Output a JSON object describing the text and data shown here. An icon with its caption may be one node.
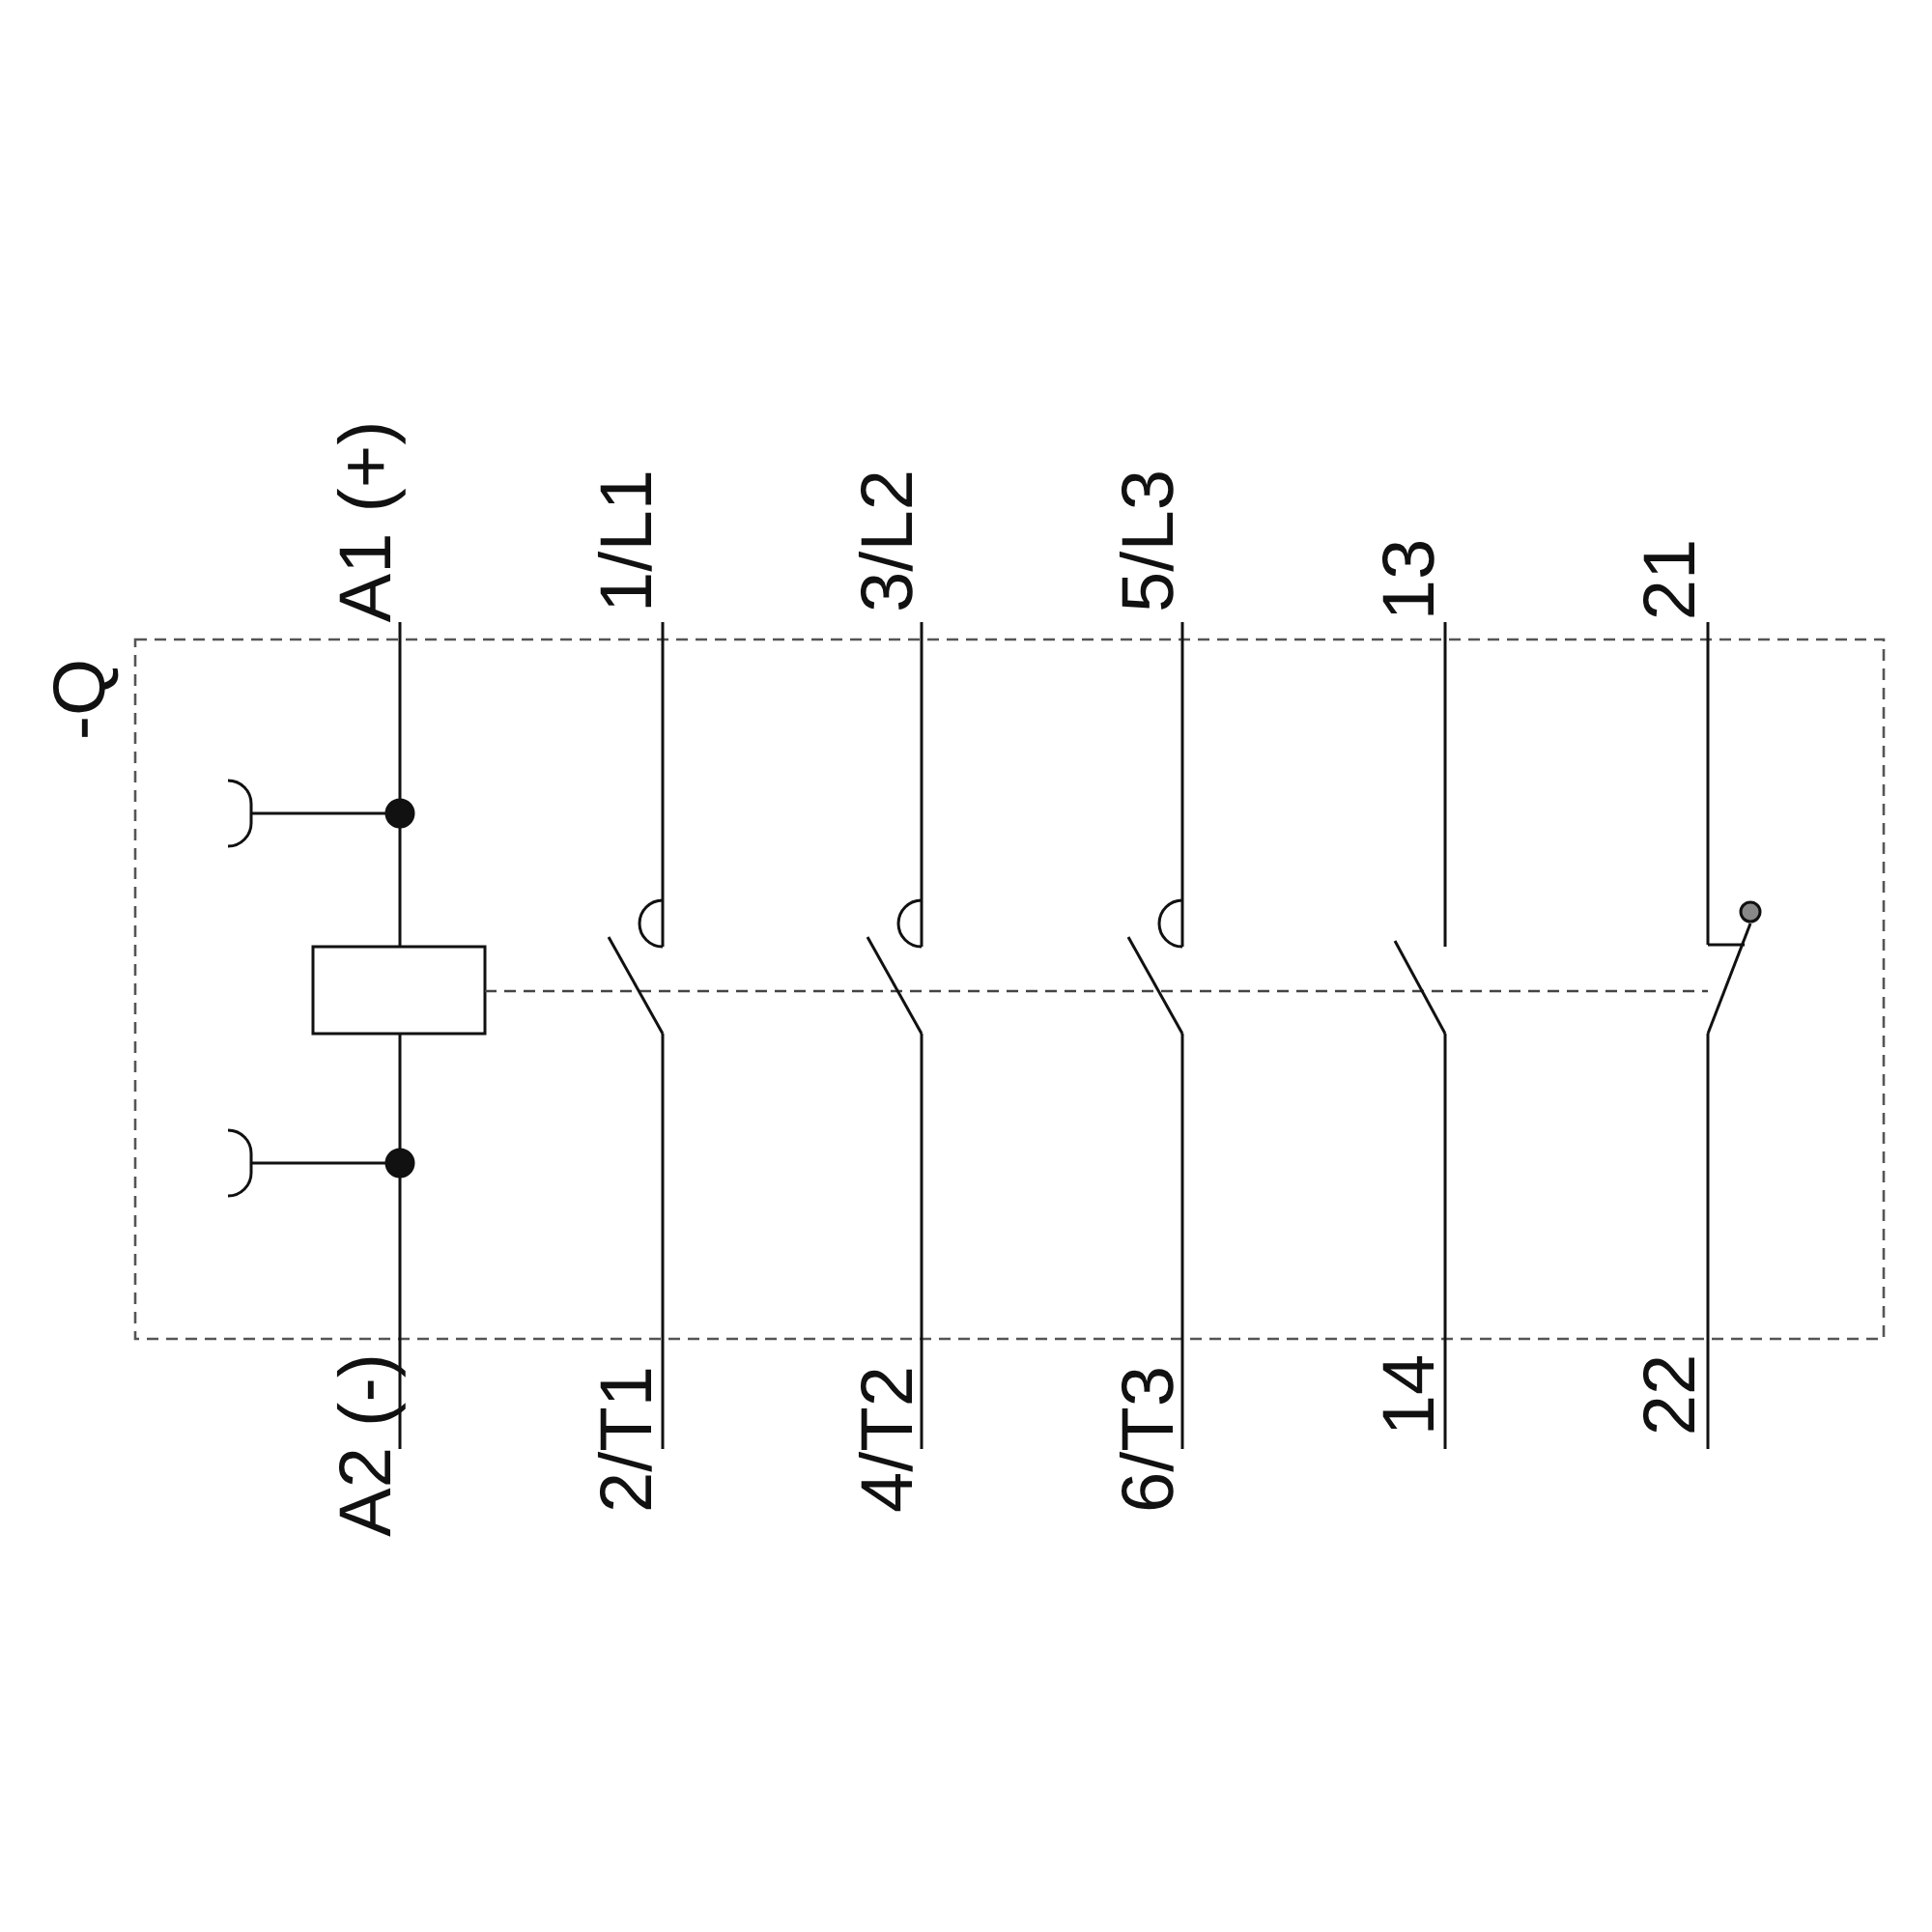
{
  "diagram": {
    "labels": [
      "-Q",
      "A1 (+)",
      "1/L1",
      "3/L2",
      "5/L3",
      "13",
      "21",
      "A2 (-)",
      "2/T1",
      "4/T2",
      "6/T3",
      "14",
      "22"
    ]
  }
}
